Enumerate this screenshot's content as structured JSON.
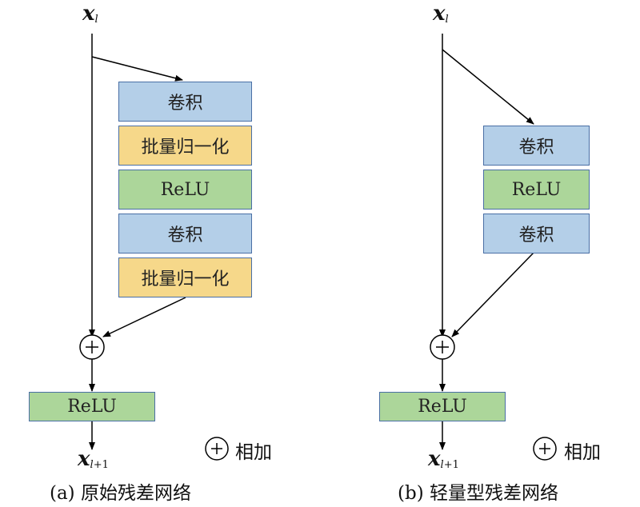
{
  "left": {
    "input": {
      "base": "x",
      "sub": "l"
    },
    "output": {
      "base": "x",
      "sub_var": "l",
      "sub_num": "+1"
    },
    "blocks": [
      "卷积",
      "批量归一化",
      "ReLU",
      "卷积",
      "批量归一化"
    ],
    "final": "ReLU",
    "legend": "相加",
    "caption": "(a) 原始残差网络"
  },
  "right": {
    "input": {
      "base": "x",
      "sub": "l"
    },
    "output": {
      "base": "x",
      "sub_var": "l",
      "sub_num": "+1"
    },
    "blocks": [
      "卷积",
      "ReLU",
      "卷积"
    ],
    "final": "ReLU",
    "legend": "相加",
    "caption": "(b) 轻量型残差网络"
  },
  "colors": {
    "conv": "#b4cfe8",
    "batch_norm": "#f6d88a",
    "relu": "#acd69a",
    "border": "#4a6fa5",
    "line": "#000000"
  }
}
